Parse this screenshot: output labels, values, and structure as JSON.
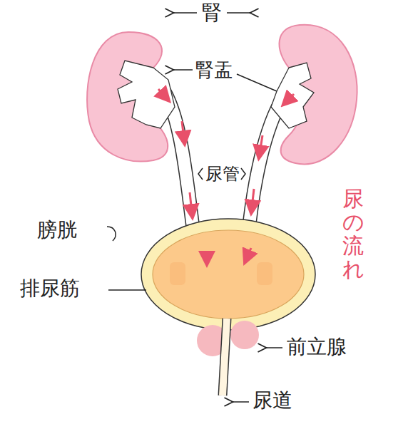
{
  "diagram": {
    "labels": [
      "腎",
      "腎盂",
      "尿管",
      "膀胱",
      "排尿筋",
      "前立腺",
      "尿道",
      "尿の流れ"
    ]
  }
}
